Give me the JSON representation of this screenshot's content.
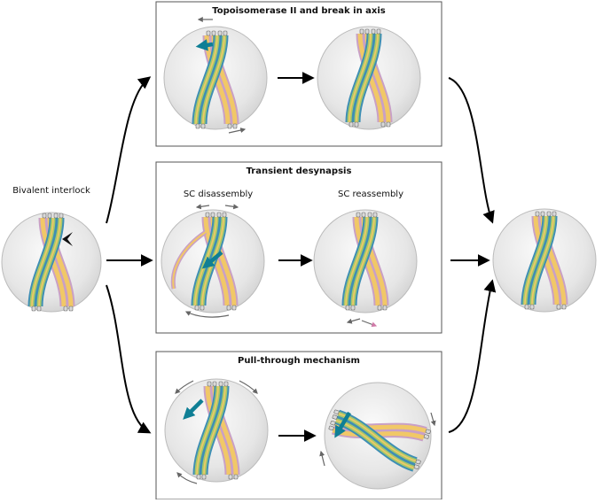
{
  "labels": {
    "bivalent_interlock": "Bivalent interlock",
    "topoisomerase": "Topoisomerase II and break in axis",
    "transient_desynapsis": "Transient desynapsis",
    "sc_disassembly": "SC disassembly",
    "sc_reassembly": "SC reassembly",
    "pull_through": "Pull-through mechanism"
  },
  "colors": {
    "green_homolog": "#a8c96a",
    "yellow_homolog": "#f1c867",
    "pink_axis": "#c9a0c6",
    "blue_axis": "#3f8fb4",
    "action_arrow": "#1a8aa0",
    "sphere": "#e9e9e9"
  }
}
